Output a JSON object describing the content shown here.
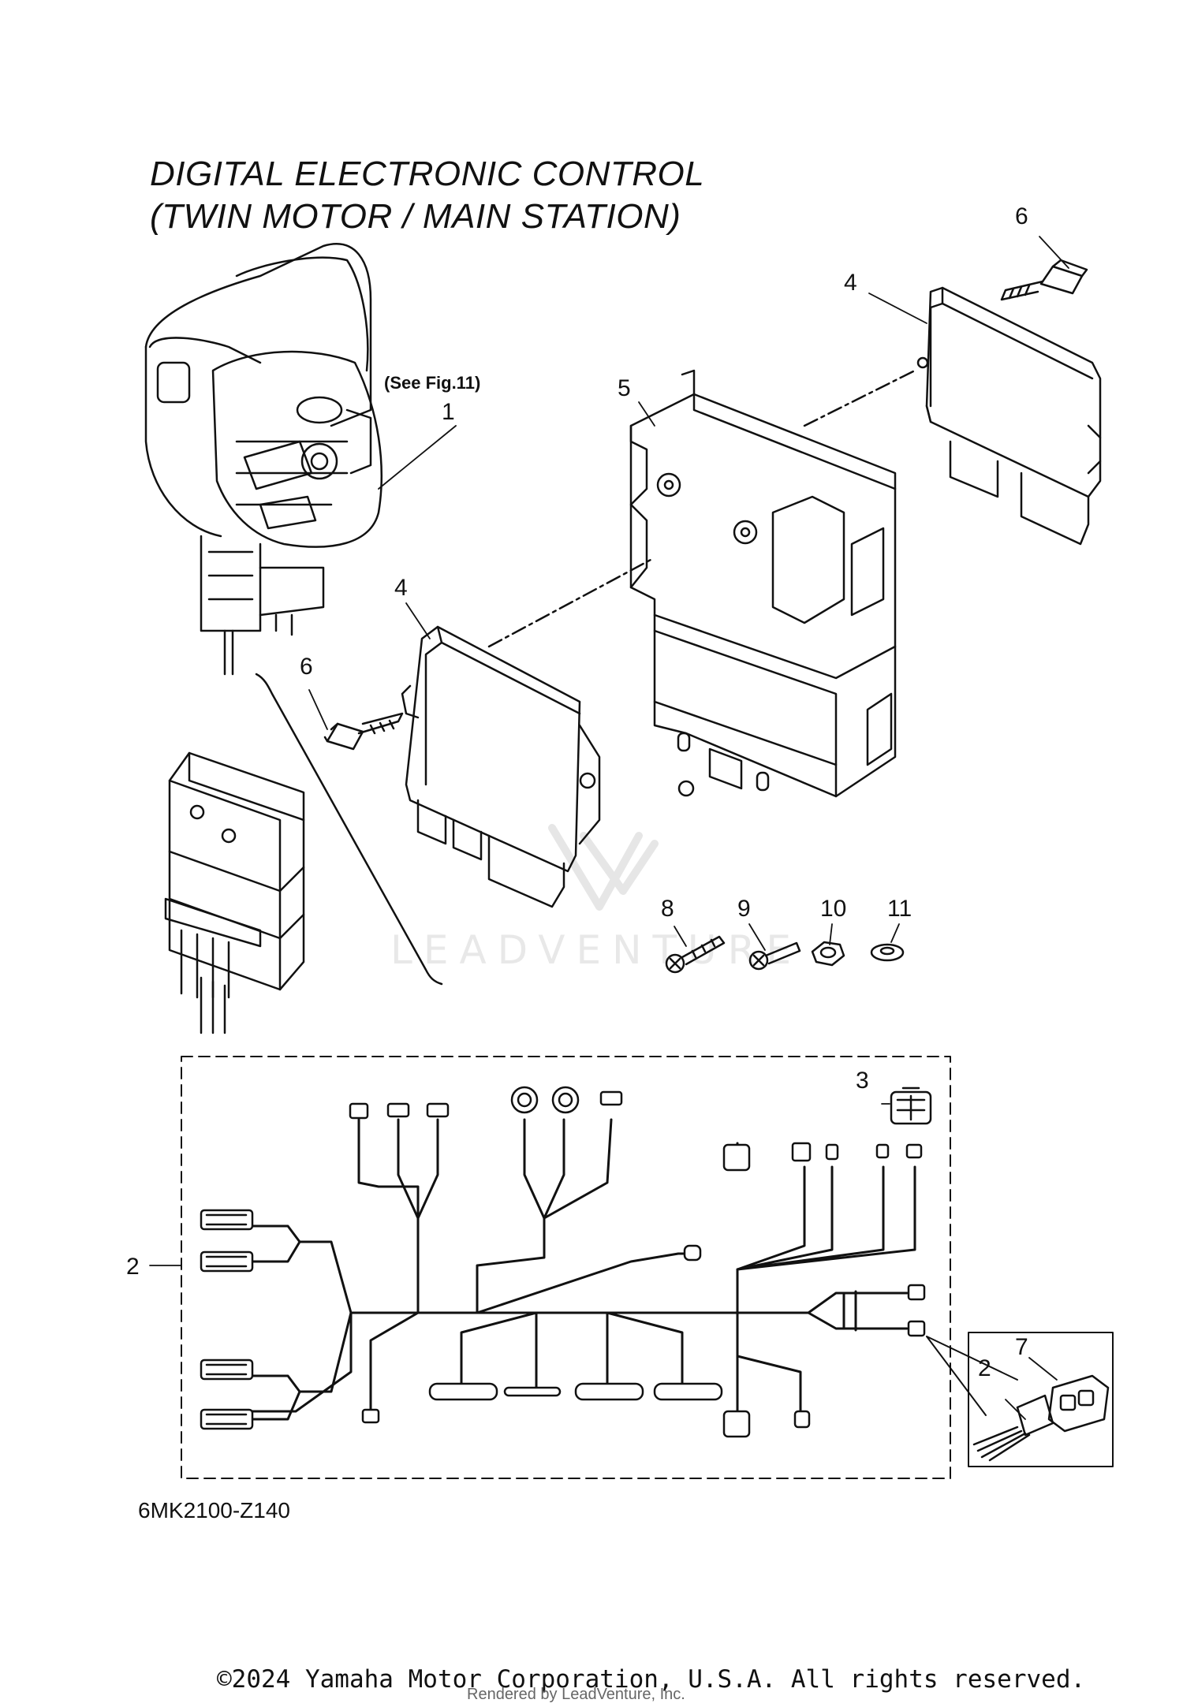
{
  "title": {
    "line1": "DIGITAL ELECTRONIC CONTROL",
    "line2": "(TWIN MOTOR / MAIN STATION)"
  },
  "reference_note": "(See Fig.11)",
  "callouts": {
    "c1": "1",
    "c2a": "2",
    "c2b": "2",
    "c3": "3",
    "c4a": "4",
    "c4b": "4",
    "c5": "5",
    "c6a": "6",
    "c6b": "6",
    "c7": "7",
    "c8": "8",
    "c9": "9",
    "c10": "10",
    "c11": "11"
  },
  "watermark": "LEADVENTURE",
  "part_code": "6MK2100-Z140",
  "copyright": "©2024 Yamaha Motor Corporation, U.S.A. All rights reserved.",
  "rendered_by": "Rendered by LeadVenture, Inc."
}
